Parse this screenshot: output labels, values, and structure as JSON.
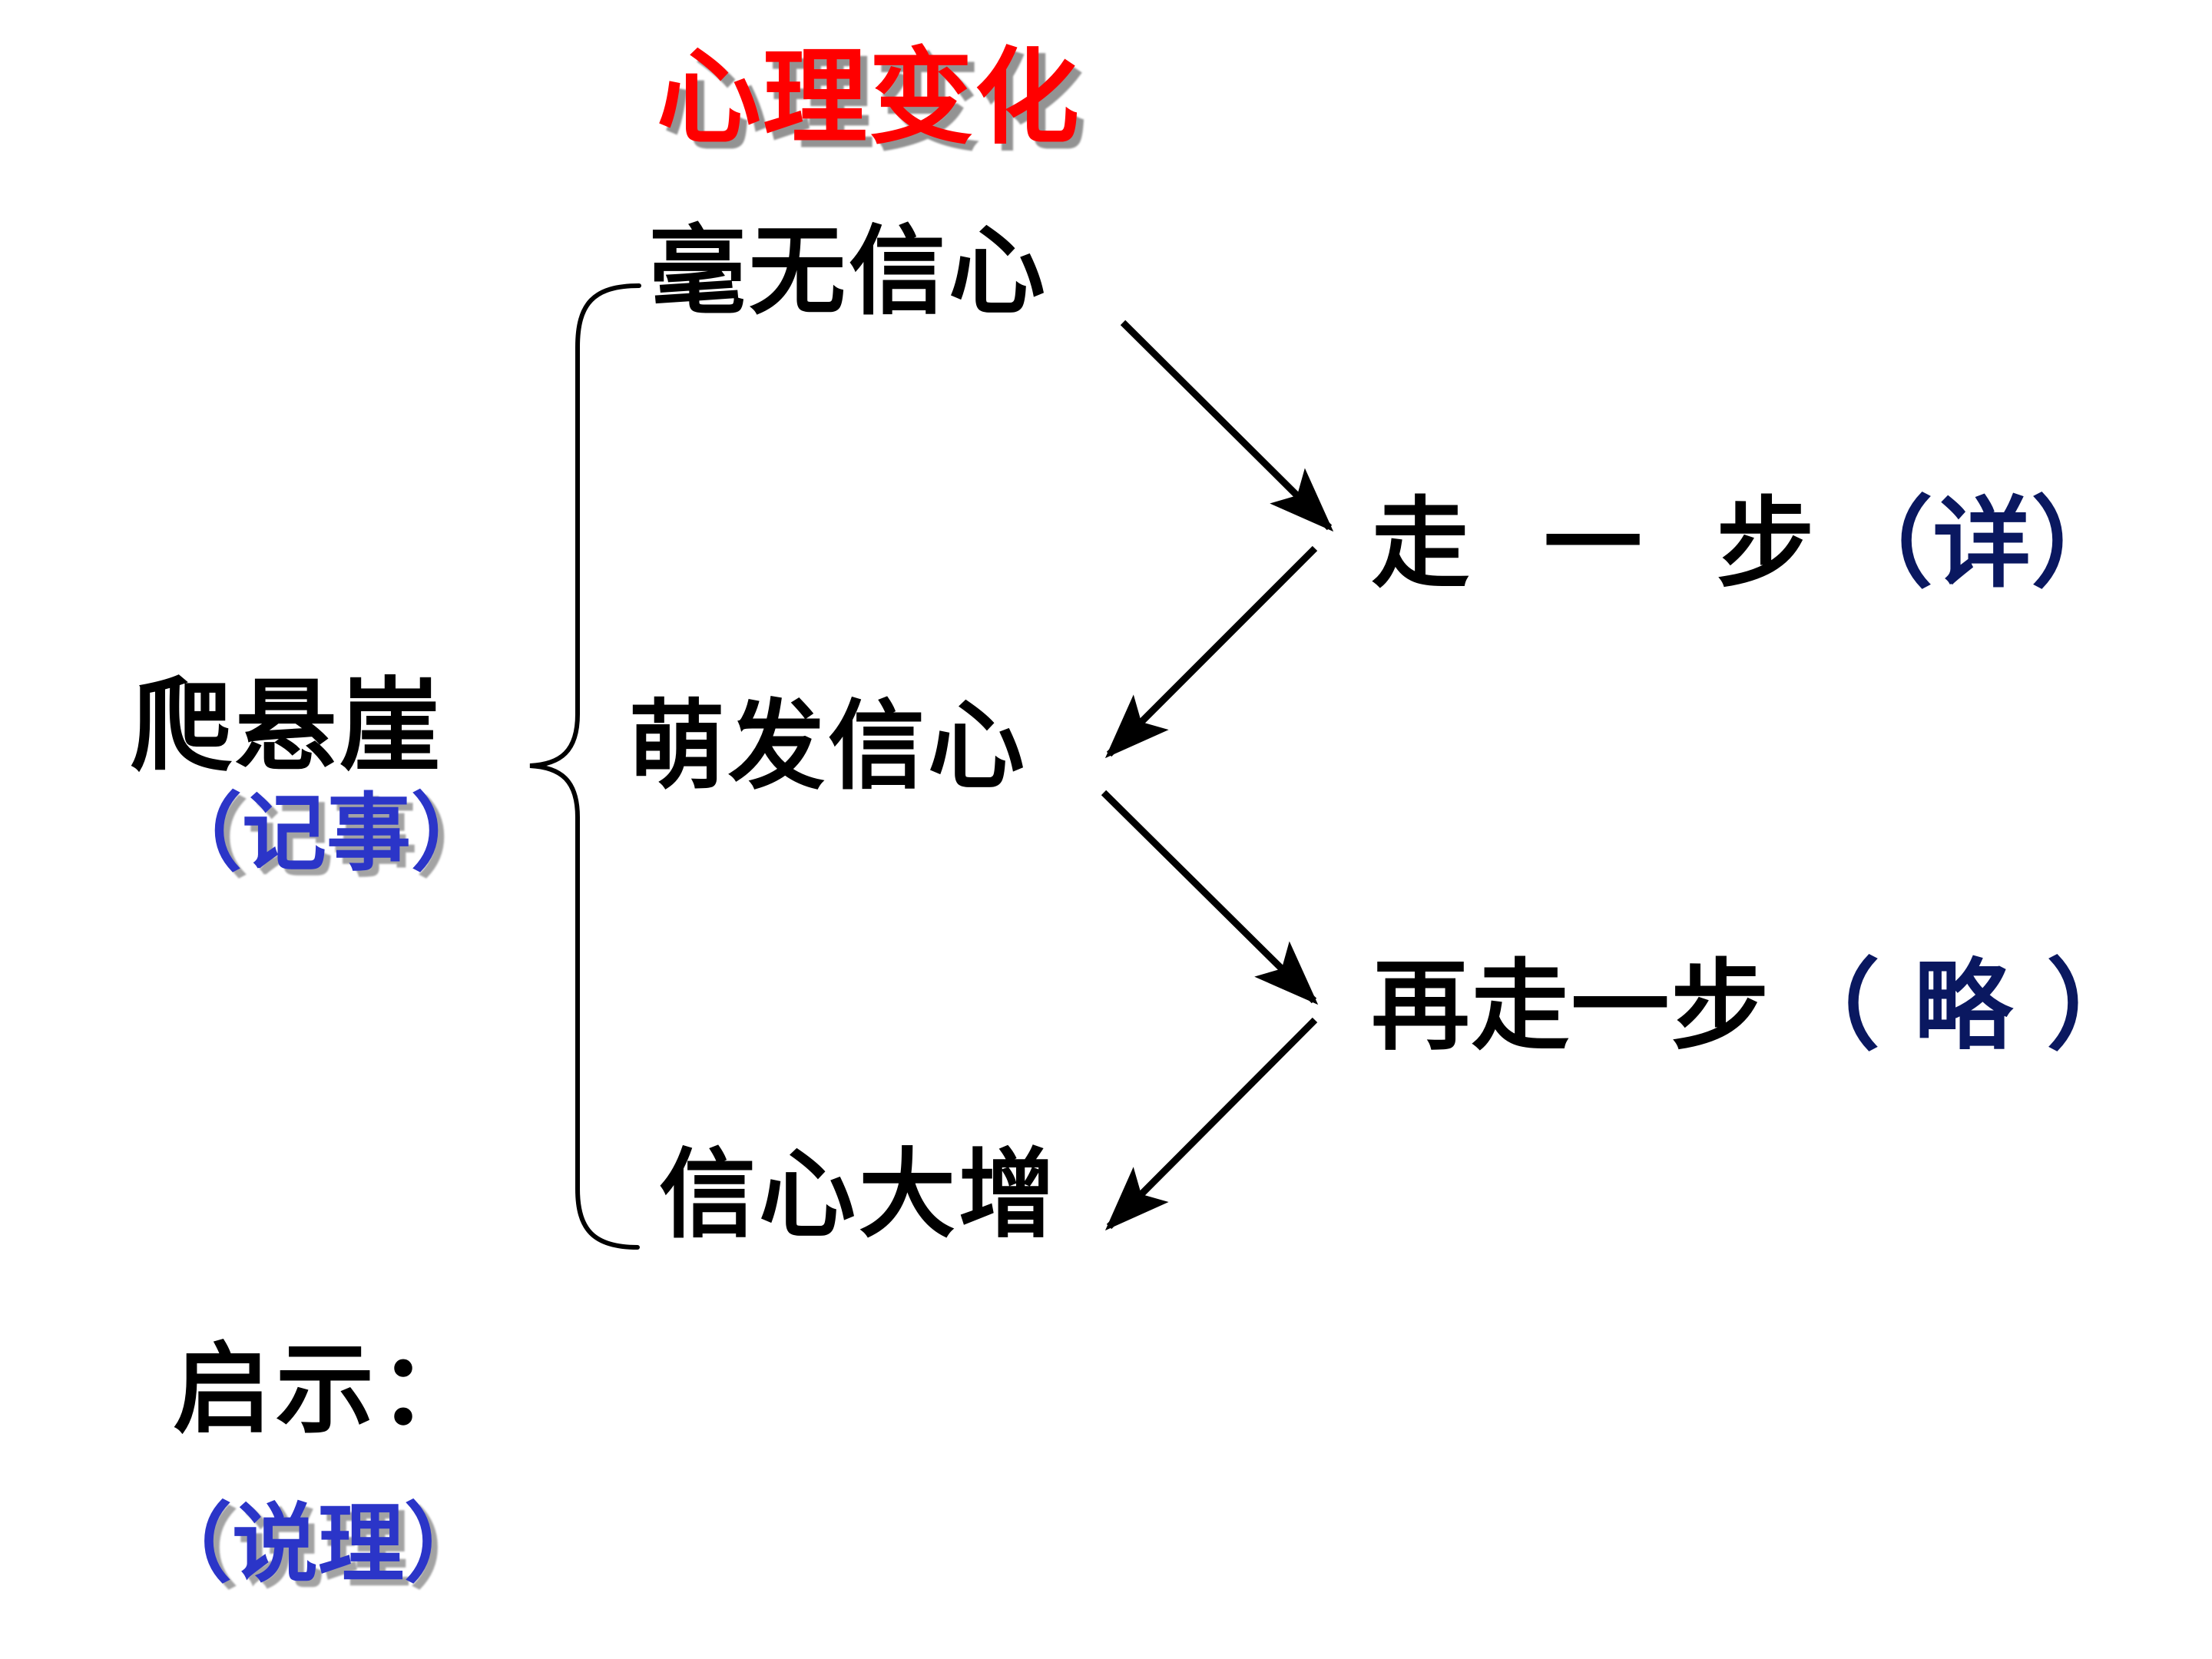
{
  "slide": {
    "background_color": "#ffffff",
    "title": "心理变化",
    "title_color": "#ff0000",
    "shadow_color": "#808080"
  },
  "root": {
    "main_label": "爬悬崖",
    "main_color": "#000000",
    "sub_label": "（记事）",
    "sub_color": "#2b35c8"
  },
  "psych_states": {
    "heading_ref": "心理变化",
    "items": [
      {
        "label": "毫无信心",
        "color": "#000000"
      },
      {
        "label": "萌发信心",
        "color": "#000000"
      },
      {
        "label": "信心大增",
        "color": "#000000"
      }
    ]
  },
  "plot_steps": [
    {
      "main": "走 一 步",
      "main_color": "#000000",
      "note": "（详）",
      "note_color": "#0a1860"
    },
    {
      "main": "再走一步",
      "main_color": "#000000",
      "note": "（ 略 ）",
      "note_color": "#0a1860"
    }
  ],
  "conclusion": {
    "main_label": "启示：",
    "main_color": "#000000",
    "sub_label": "（说理）",
    "sub_color": "#2b35c8"
  },
  "connectors": {
    "brace": {
      "name": "left-curly-brace",
      "color": "#000000",
      "groups_label": "爬悬崖"
    },
    "arrows": [
      {
        "name": "arrow-haowu-to-zouyibu",
        "from": "毫无信心",
        "to": "走 一 步（详）",
        "direction": "down-right",
        "color": "#000000"
      },
      {
        "name": "arrow-zouyibu-to-mengfa",
        "from": "走 一 步（详）",
        "to": "萌发信心",
        "direction": "down-left",
        "color": "#000000"
      },
      {
        "name": "arrow-mengfa-to-zaizou",
        "from": "萌发信心",
        "to": "再走一步（ 略 ）",
        "direction": "down-right",
        "color": "#000000"
      },
      {
        "name": "arrow-zaizou-to-xinxin",
        "from": "再走一步（ 略 ）",
        "to": "信心大增",
        "direction": "down-left",
        "color": "#000000"
      }
    ]
  }
}
